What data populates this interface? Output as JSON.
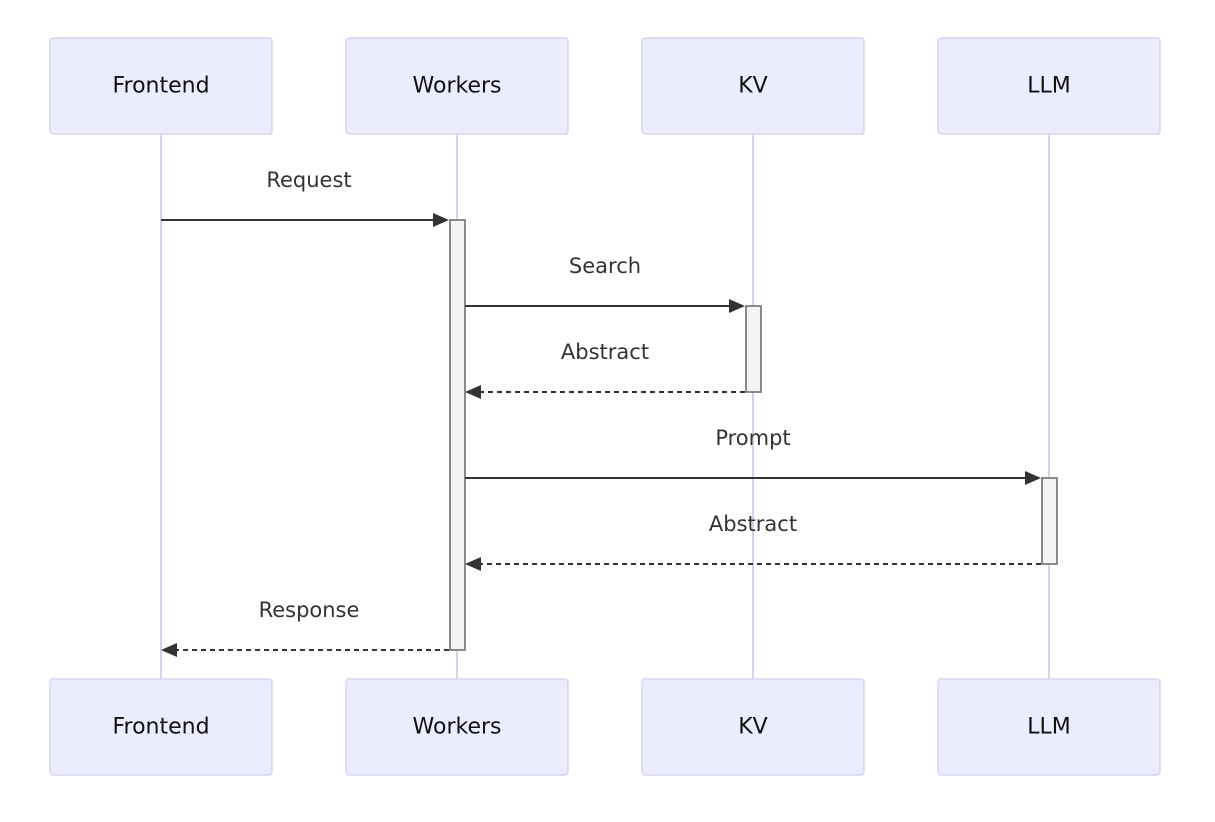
{
  "participants": [
    {
      "id": "frontend",
      "label": "Frontend"
    },
    {
      "id": "workers",
      "label": "Workers"
    },
    {
      "id": "kv",
      "label": "KV"
    },
    {
      "id": "llm",
      "label": "LLM"
    }
  ],
  "messages": [
    {
      "from": "frontend",
      "to": "workers",
      "label": "Request",
      "style": "solid"
    },
    {
      "from": "workers",
      "to": "kv",
      "label": "Search",
      "style": "solid"
    },
    {
      "from": "kv",
      "to": "workers",
      "label": "Abstract",
      "style": "dashed"
    },
    {
      "from": "workers",
      "to": "llm",
      "label": "Prompt",
      "style": "solid"
    },
    {
      "from": "llm",
      "to": "workers",
      "label": "Abstract",
      "style": "dashed"
    },
    {
      "from": "workers",
      "to": "frontend",
      "label": "Response",
      "style": "dashed"
    }
  ],
  "activations": [
    {
      "participant": "workers",
      "from_message": 0,
      "to_message": 5
    },
    {
      "participant": "kv",
      "from_message": 1,
      "to_message": 2
    },
    {
      "participant": "llm",
      "from_message": 3,
      "to_message": 4
    }
  ],
  "colors": {
    "actor_fill": "#ececff",
    "actor_border": "#d9d3ef",
    "lifeline": "#d6d0ea",
    "arrow": "#333333",
    "activation_fill": "#f4f4f4"
  }
}
